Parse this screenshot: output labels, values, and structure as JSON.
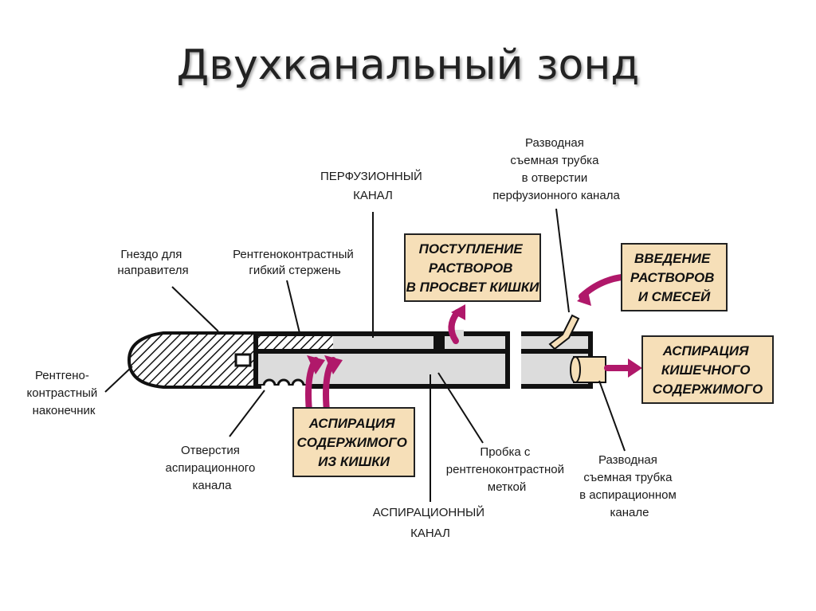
{
  "title": "Двухканальный зонд",
  "colors": {
    "box_fill": "#f6dfb8",
    "arrow": "#b0186a",
    "tube": "#dcdcdc",
    "tube_dark": "#111111"
  },
  "labels": {
    "guide_socket": [
      "Гнездо для",
      "направителя"
    ],
    "xray_rod": [
      "Рентгеноконтрастный",
      "гибкий стержень"
    ],
    "perfusion_channel": [
      "ПЕРФУЗИОННЫЙ",
      "КАНАЛ"
    ],
    "perf_tube": [
      "Разводная",
      "съемная трубка",
      "в отверстии",
      "перфузионного канала"
    ],
    "xray_tip": [
      "Рентгено-",
      "контрастный",
      "наконечник"
    ],
    "asp_holes": [
      "Отверстия",
      "аспирационного",
      "канала"
    ],
    "plug": [
      "Пробка с",
      "рентгеноконтрастной",
      "меткой"
    ],
    "asp_channel": [
      "АСПИРАЦИОННЫЙ",
      "КАНАЛ"
    ],
    "asp_tube": [
      "Разводная",
      "съемная трубка",
      "в аспирационном",
      "канале"
    ]
  },
  "boxes": {
    "inflow": [
      "ПОСТУПЛЕНИЕ",
      "РАСТВОРОВ",
      "В ПРОСВЕТ КИШКИ"
    ],
    "injection": [
      "ВВЕДЕНИЕ",
      "РАСТВОРОВ",
      "И СМЕСЕЙ"
    ],
    "aspiration_out": [
      "АСПИРАЦИЯ",
      "КИШЕЧНОГО",
      "СОДЕРЖИМОГО"
    ],
    "aspiration_in": [
      "АСПИРАЦИЯ",
      "СОДЕРЖИМОГО",
      "ИЗ КИШКИ"
    ]
  }
}
